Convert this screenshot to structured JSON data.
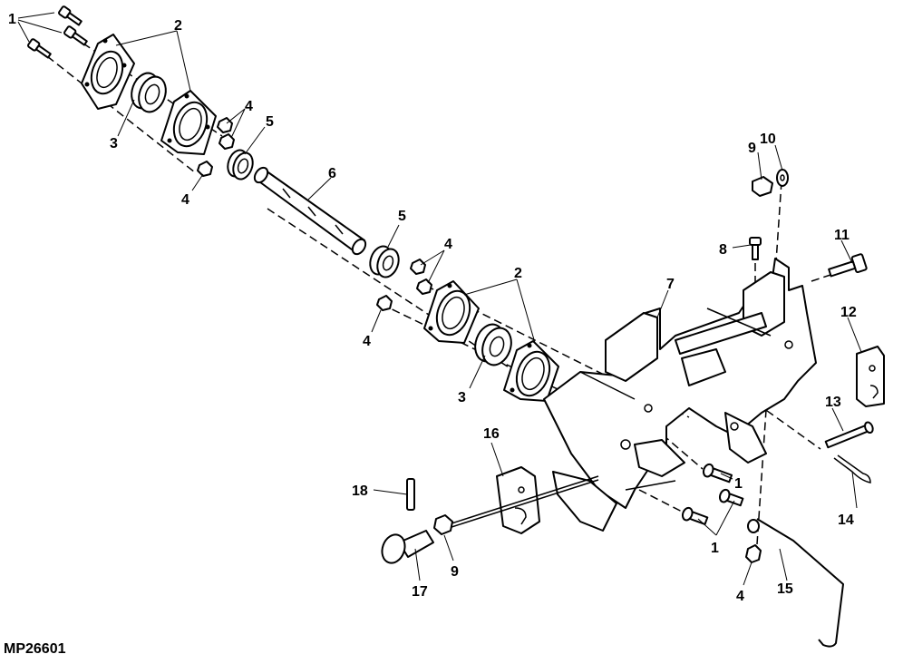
{
  "figure_id": "MP26601",
  "callouts": {
    "c1a": "1",
    "c2a": "2",
    "c3a": "3",
    "c4a": "4",
    "c4b": "4",
    "c5a": "5",
    "c6": "6",
    "c5b": "5",
    "c4c": "4",
    "c4d": "4",
    "c2b": "2",
    "c3b": "3",
    "c7": "7",
    "c9a": "9",
    "c10": "10",
    "c8": "8",
    "c11": "11",
    "c12": "12",
    "c13": "13",
    "c14": "14",
    "c16": "16",
    "c18": "18",
    "c1b": "1",
    "c1c": "1",
    "c9b": "9",
    "c17": "17",
    "c4e": "4",
    "c15": "15"
  }
}
